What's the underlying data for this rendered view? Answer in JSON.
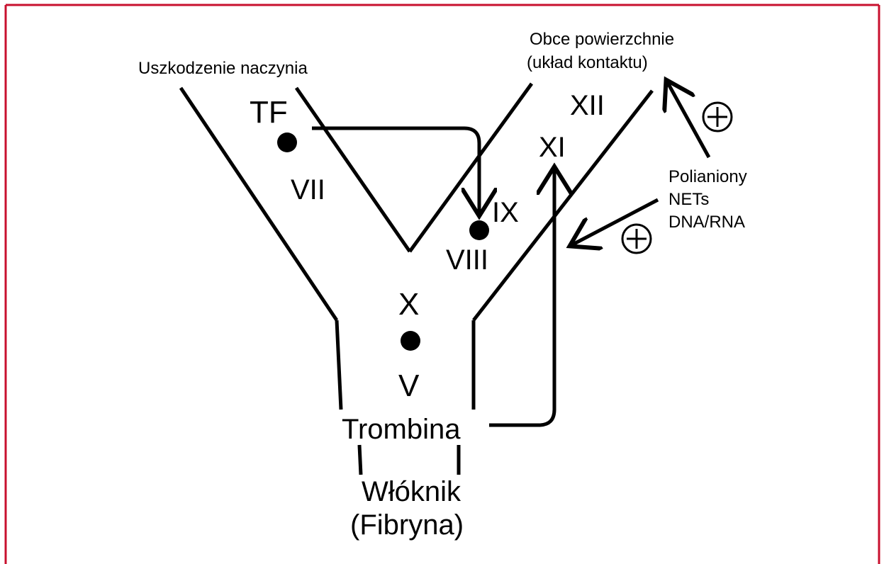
{
  "frame": {
    "border_color": "#c8102e"
  },
  "labels": {
    "vessel_injury": "Uszkodzenie naczynia",
    "foreign_surfaces_1": "Obce powierzchnie",
    "foreign_surfaces_2": "(układ kontaktu)",
    "tf": "TF",
    "vii": "VII",
    "ix": "IX",
    "viii": "VIII",
    "xii": "XII",
    "xi": "XI",
    "x": "X",
    "v": "V",
    "polyanions_1": "Polianiony",
    "polyanions_2": "NETs",
    "polyanions_3": "DNA/RNA",
    "thrombin": "Trombina",
    "fibrin_1": "Włóknik",
    "fibrin_2": "(Fibryna)",
    "plus_symbol": "+"
  }
}
